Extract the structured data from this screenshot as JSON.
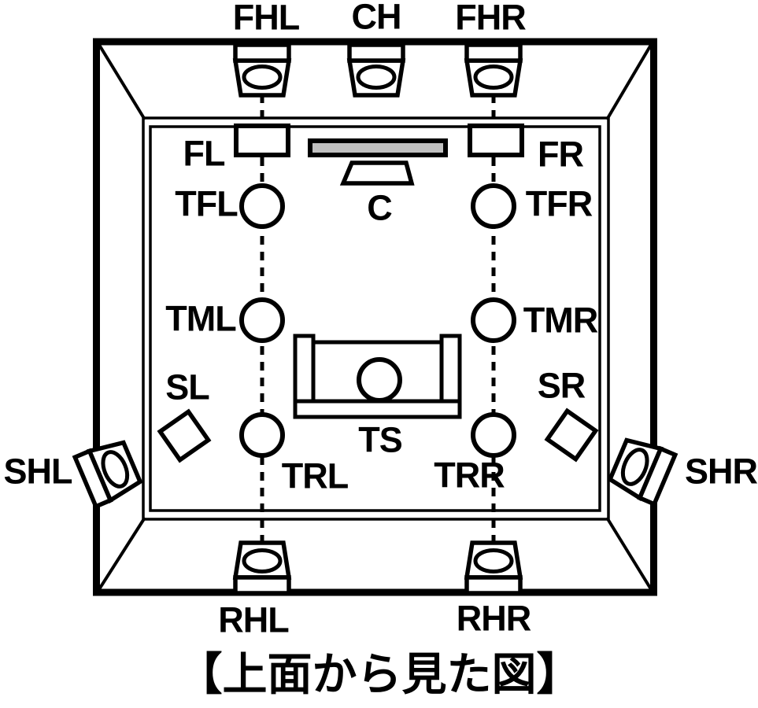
{
  "diagram": {
    "caption": "【上面から見た図】",
    "labels": {
      "fhl": "FHL",
      "ch": "CH",
      "fhr": "FHR",
      "fl": "FL",
      "fr": "FR",
      "tfl": "TFL",
      "c": "C",
      "tfr": "TFR",
      "tml": "TML",
      "tmr": "TMR",
      "sl": "SL",
      "sr": "SR",
      "shl": "SHL",
      "shr": "SHR",
      "trl": "TRL",
      "ts": "TS",
      "trr": "TRR",
      "rhl": "RHL",
      "rhr": "RHR"
    },
    "colors": {
      "line": "#000000",
      "background": "#ffffff",
      "tv_fill": "#c0c0c0"
    }
  }
}
